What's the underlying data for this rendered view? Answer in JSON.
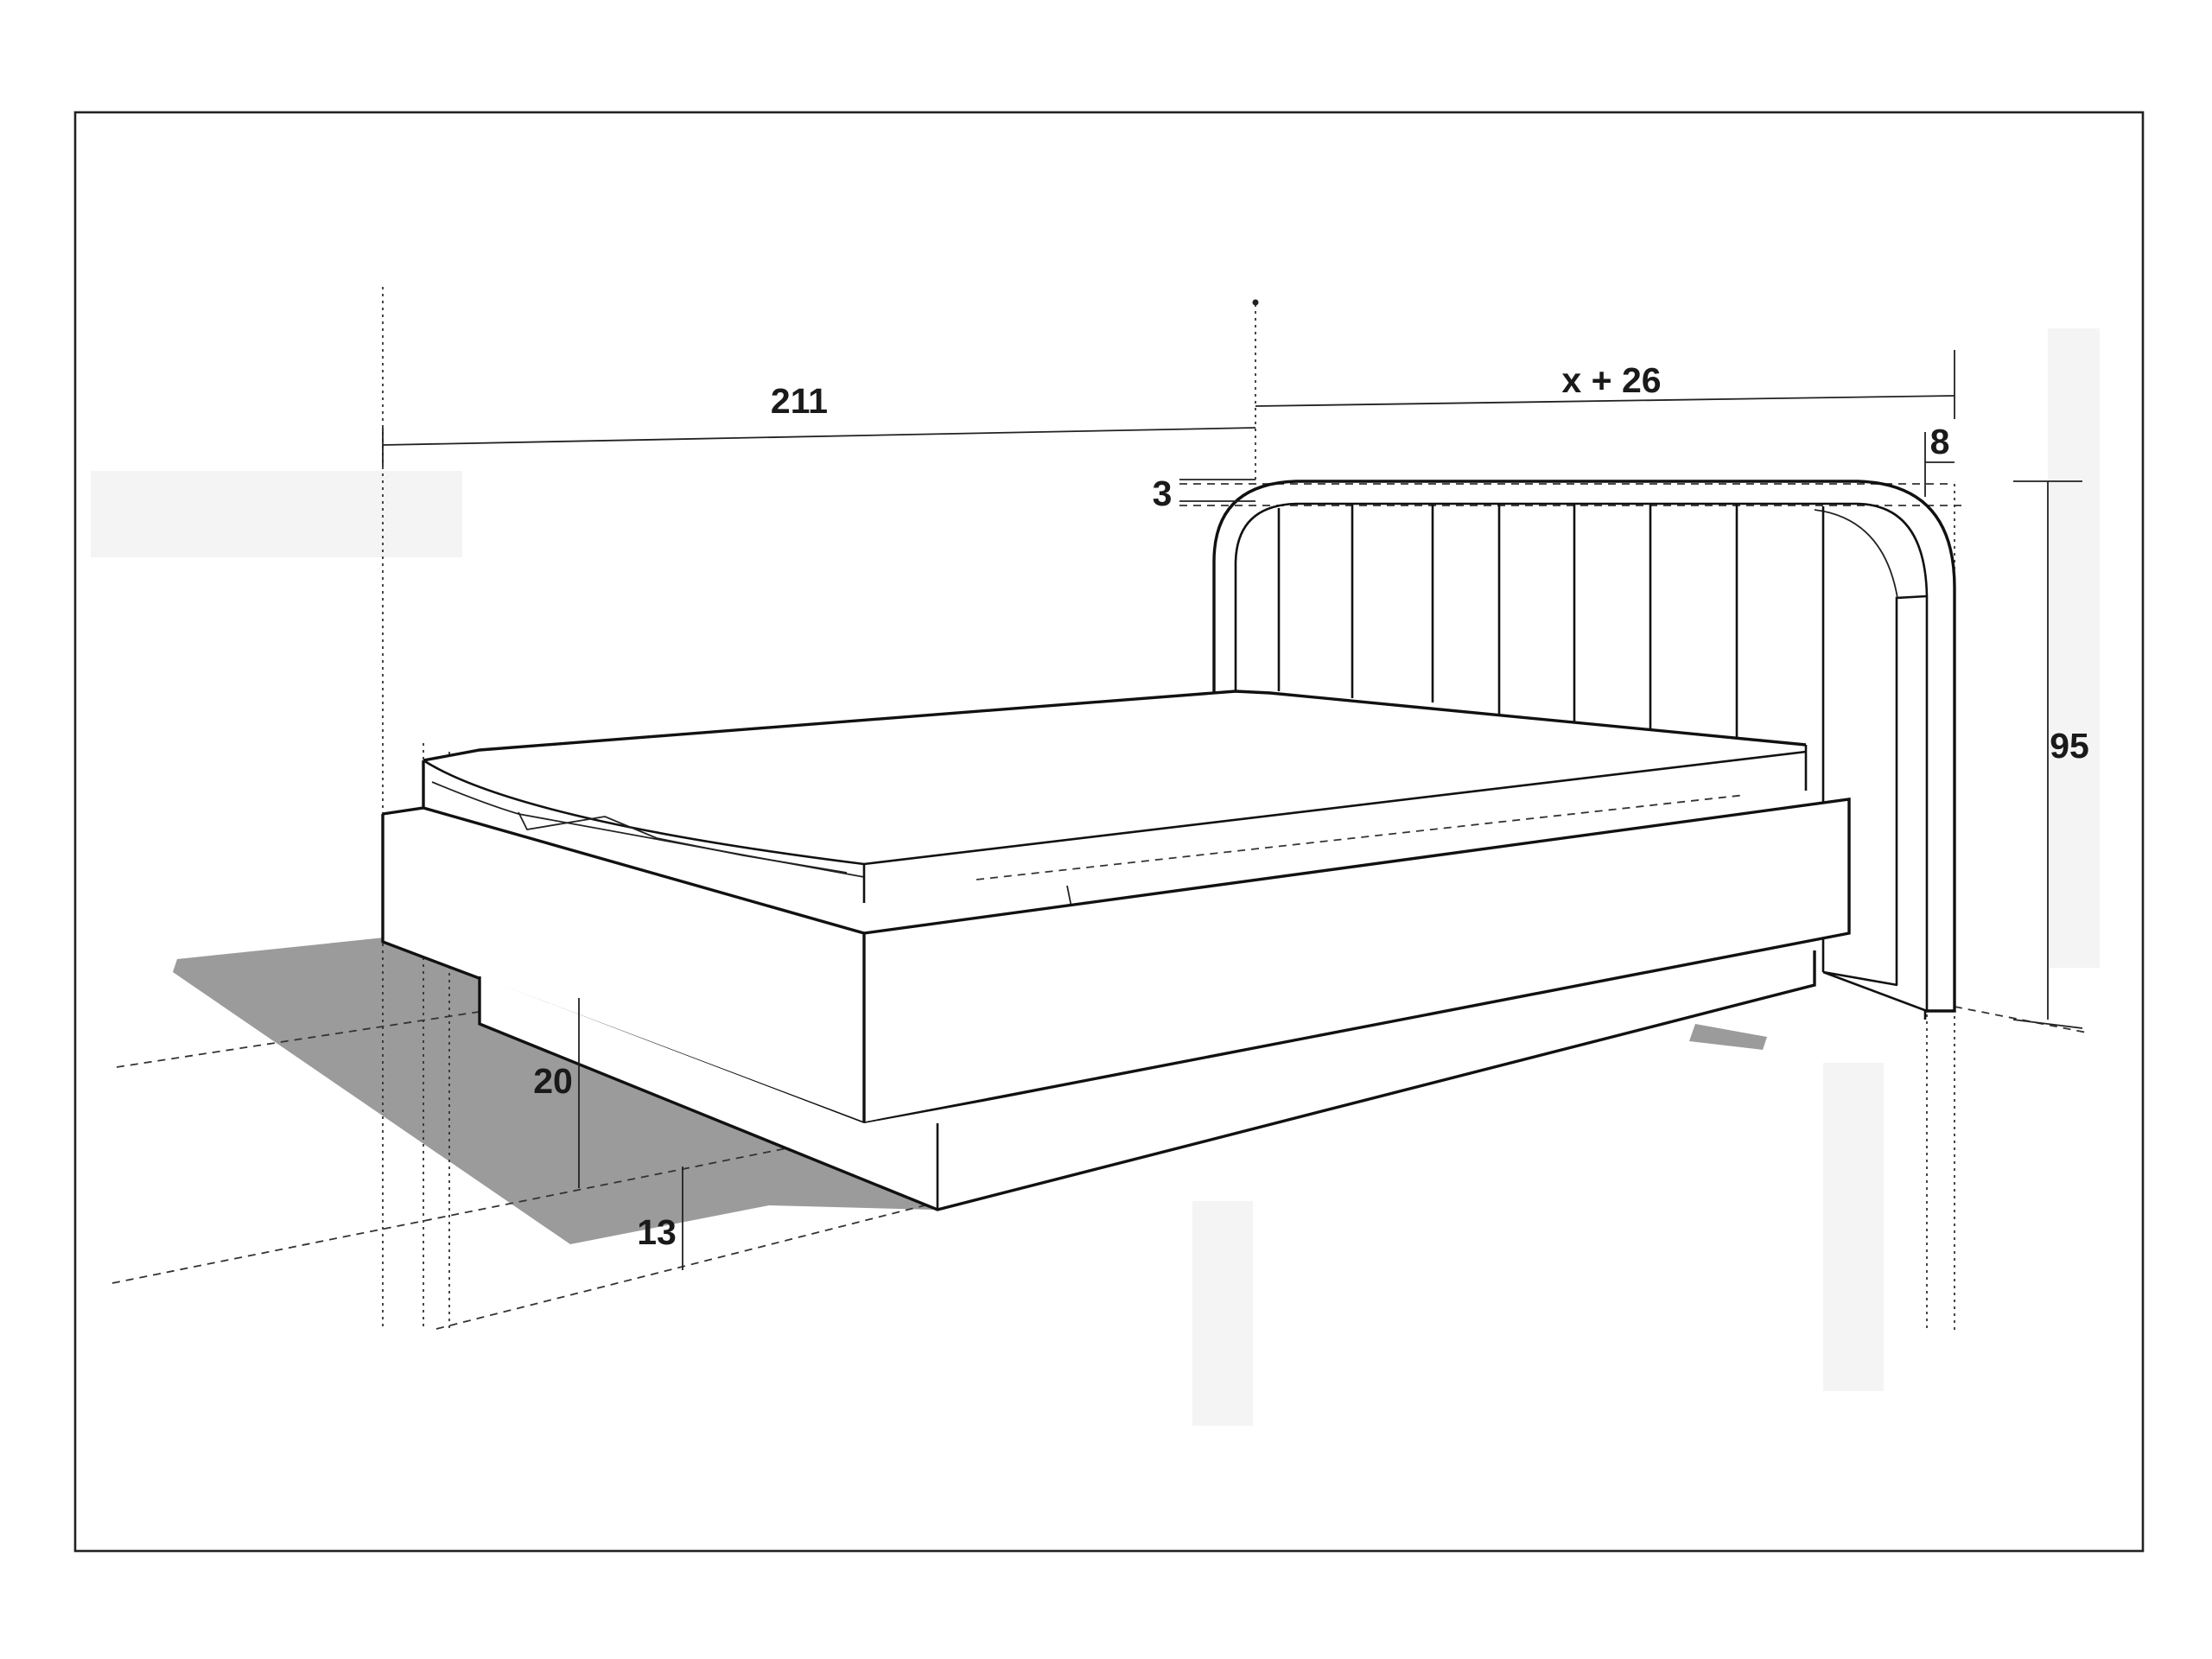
{
  "dimensions": {
    "length": "211",
    "headboard_width": "x + 26",
    "headboard_thickness": "8",
    "headboard_top_offset": "3",
    "headboard_height": "95",
    "frame_height": "20",
    "base_height": "13"
  }
}
